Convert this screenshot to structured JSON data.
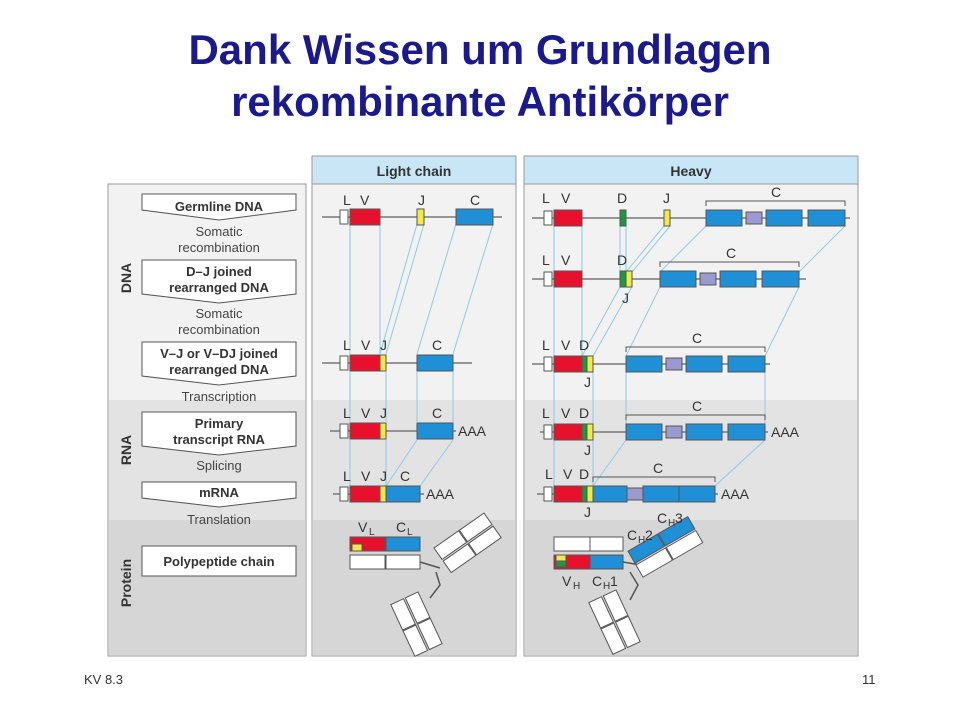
{
  "title": {
    "line1": "Dank Wissen um Grundlagen",
    "line2": "rekombinante Antikörper"
  },
  "columns": {
    "light": "Light chain",
    "heavy": "Heavy"
  },
  "sections": {
    "dna": "DNA",
    "rna": "RNA",
    "protein": "Protein"
  },
  "steps": {
    "germline": "Germline DNA",
    "somatic1": [
      "Somatic",
      "recombination"
    ],
    "dj": [
      "D–J joined",
      "rearranged DNA"
    ],
    "somatic2": [
      "Somatic",
      "recombination"
    ],
    "vj": [
      "V–J or V–DJ joined",
      "rearranged DNA"
    ],
    "transcription": "Transcription",
    "primary": [
      "Primary",
      "transcript RNA"
    ],
    "splicing": "Splicing",
    "mrna": "mRNA",
    "translation": "Translation",
    "polypeptide": "Polypeptide chain"
  },
  "segments": {
    "L": "L",
    "V": "V",
    "D": "D",
    "J": "J",
    "C": "C",
    "polyA": "AAA"
  },
  "protein_labels": {
    "vl_base": "V",
    "vl_sub": "L",
    "cl_base": "C",
    "cl_sub": "L",
    "vh_base": "V",
    "vh_sub": "H",
    "ch1_base": "C",
    "ch1_sub": "H",
    "ch1_num": "1",
    "ch2_base": "C",
    "ch2_sub": "H",
    "ch2_num": "2",
    "ch3_base": "C",
    "ch3_sub": "H",
    "ch3_num": "3"
  },
  "colors": {
    "title": "#1a1a8c",
    "v": "#e8112d",
    "d": "#1a9a3c",
    "j": "#f2e94a",
    "c": "#1f8fd6",
    "hinge": "#9a9ad0",
    "header": "#c9e6f7",
    "panel": "#f2f2f2"
  },
  "footer": {
    "left": "KV 8.3",
    "right": "11"
  }
}
